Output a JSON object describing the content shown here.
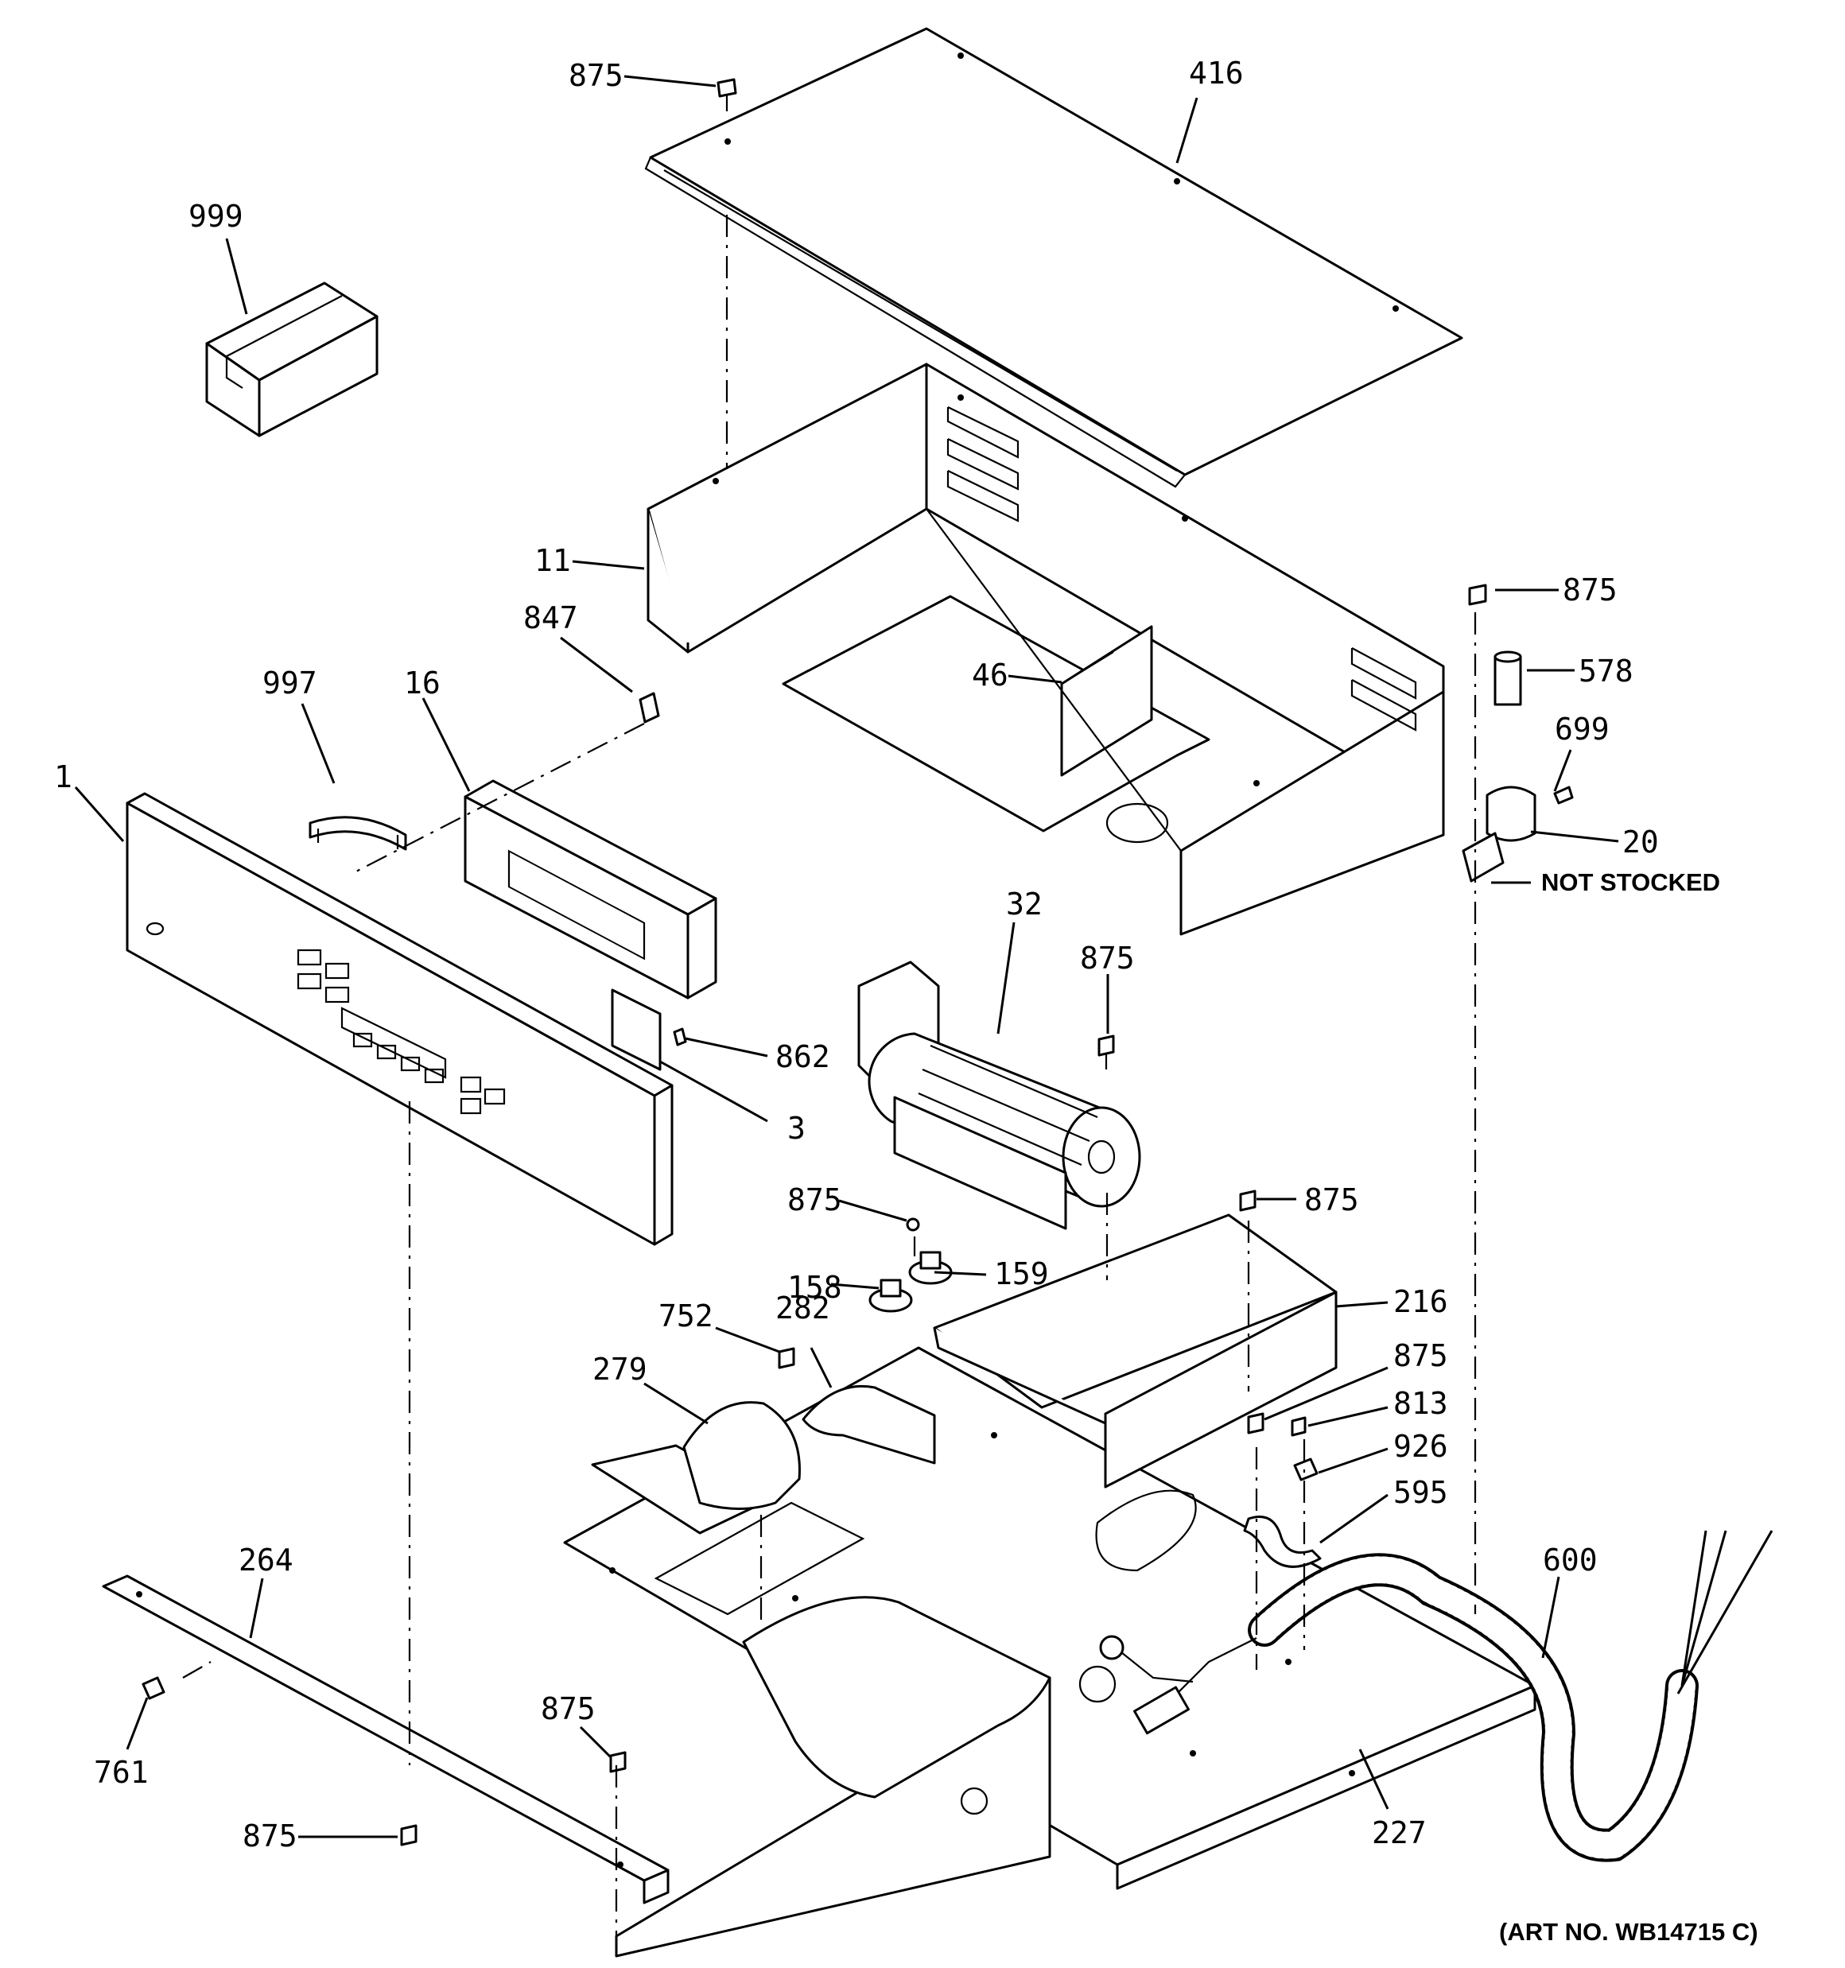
{
  "callouts": [
    "875",
    "416",
    "999",
    "11",
    "847",
    "46",
    "875",
    "578",
    "997",
    "16",
    "699",
    "1",
    "20",
    "32",
    "875",
    "862",
    "3",
    "875",
    "875",
    "158",
    "159",
    "216",
    "752",
    "282",
    "279",
    "875",
    "813",
    "926",
    "595",
    "264",
    "600",
    "761",
    "875",
    "227",
    "875"
  ],
  "not_stocked_label": "NOT STOCKED",
  "art_number": "(ART NO. WB14715 C)"
}
